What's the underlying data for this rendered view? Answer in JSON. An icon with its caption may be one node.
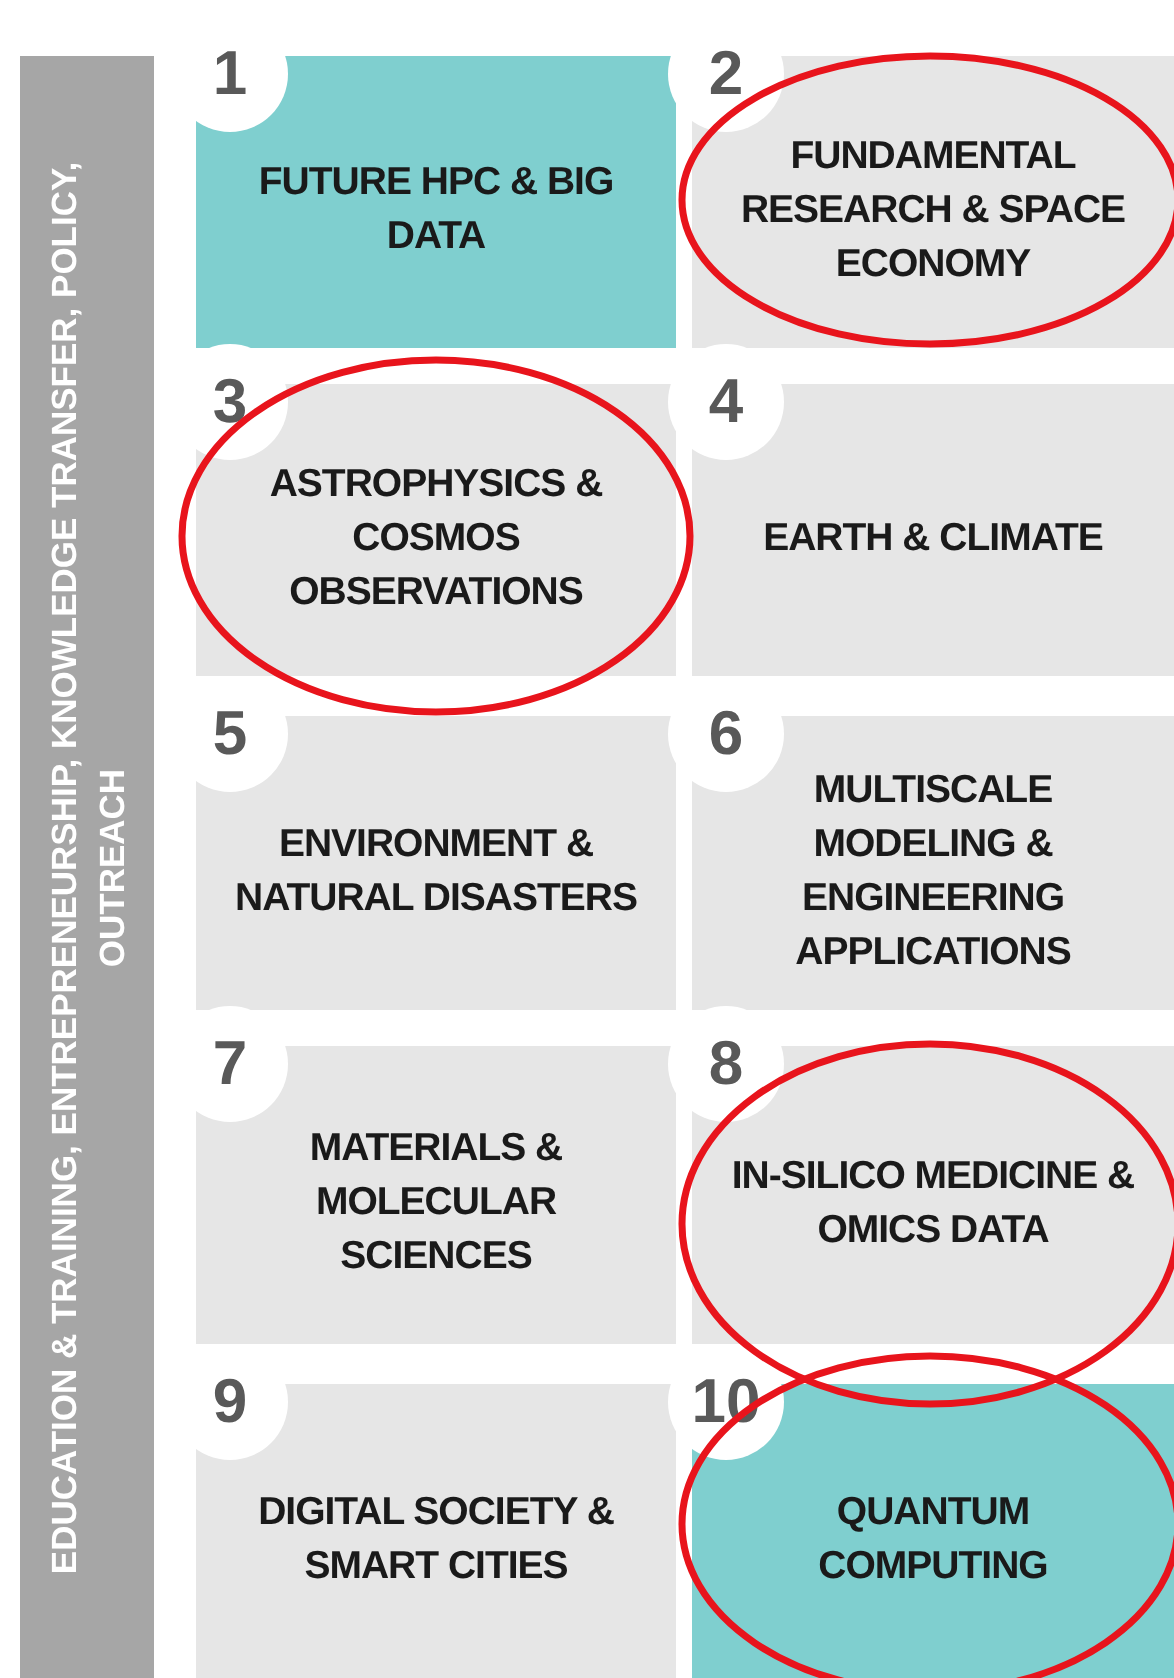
{
  "diagram": {
    "nodes": [
      {
        "text": [
          "EDUCATION & TRAINING, ENTREPRENEURSHIP, KNOWLEDGE TRANSFER, POLICY, OUTREACH"
        ]
      },
      {
        "text": [
          "1",
          "FUTURE HPC & BIG DATA"
        ]
      },
      {
        "text": [
          "2",
          "FUNDAMENTAL RESEARCH & SPACE ECONOMY"
        ]
      },
      {
        "text": [
          "3",
          "ASTROPHYSICS & COSMOS OBSERVATIONS"
        ]
      },
      {
        "text": [
          "4",
          "EARTH & CLIMATE"
        ]
      },
      {
        "text": [
          "5",
          "ENVIRONMENT & NATURAL DISASTERS"
        ]
      },
      {
        "text": [
          "6",
          "MULTISCALE MODELING & ENGINEERING APPLICATIONS"
        ]
      },
      {
        "text": [
          "7",
          "MATERIALS & MOLECULAR SCIENCES"
        ]
      },
      {
        "text": [
          "8",
          "IN-SILICO MEDICINE & OMICS DATA"
        ]
      },
      {
        "text": [
          "9",
          "DIGITAL SOCIETY & SMART CITIES"
        ]
      },
      {
        "text": [
          "10",
          "QUANTUM COMPUTING"
        ]
      }
    ]
  }
}
